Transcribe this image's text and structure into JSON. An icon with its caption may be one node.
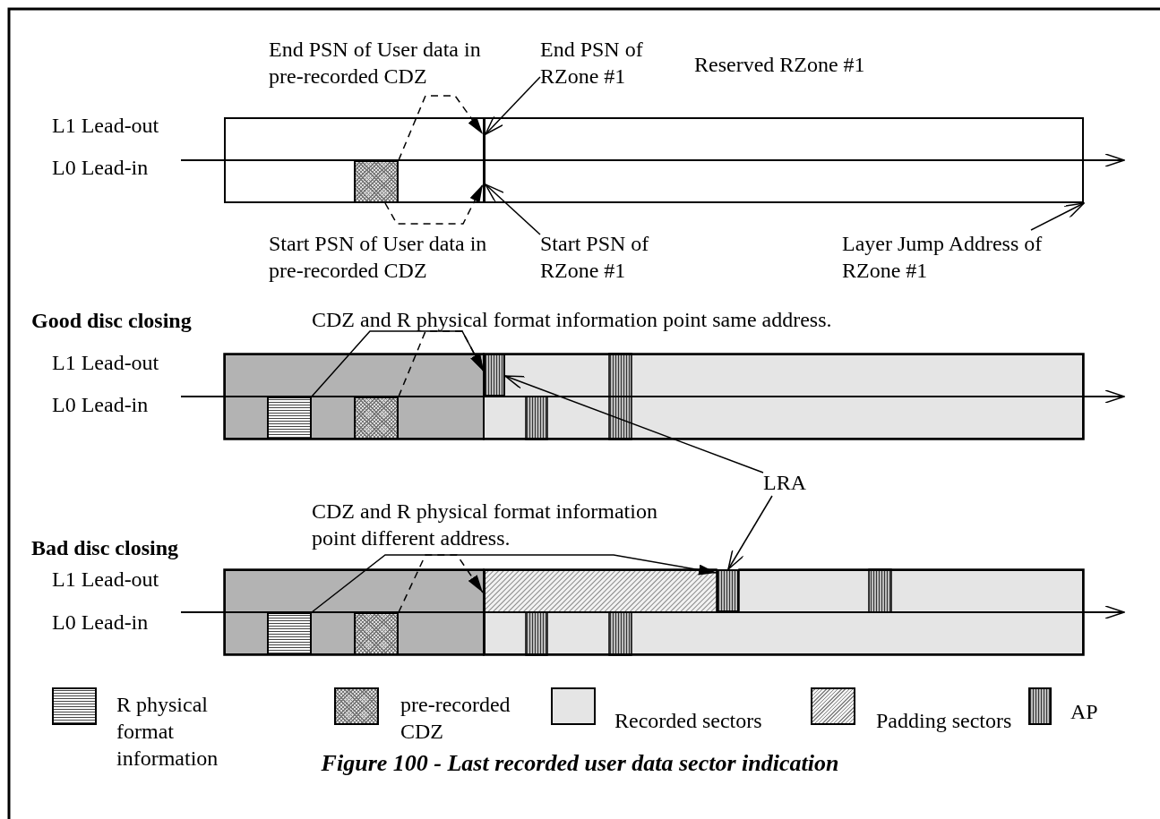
{
  "diagram": {
    "caption": "Figure 100 - Last recorded user data sector indication",
    "nodes": [
      {
        "text": [],
        "shape": "box"
      },
      {
        "text": [],
        "shape": "box",
        "in": 0
      },
      {
        "text": [],
        "shape": "bar",
        "in": 0
      },
      {
        "text": [
          "End PSN of RZone #1"
        ]
      },
      {
        "text": [
          "Start PSN of RZone #1"
        ]
      },
      {
        "text": [
          "Layer Jump Address of RZone #1"
        ]
      },
      {
        "text": [],
        "shape": "box"
      },
      {
        "text": [],
        "shape": "box",
        "in": 6
      },
      {
        "text": [],
        "shape": "box",
        "in": 6
      },
      {
        "text": [],
        "shape": "box",
        "in": 6
      },
      {
        "text": [
          "LRA"
        ]
      },
      {
        "text": [],
        "shape": "box"
      },
      {
        "text": [],
        "shape": "bar",
        "in": 11
      },
      {
        "text": [],
        "shape": "box",
        "in": 11
      },
      {
        "text": [],
        "shape": "box",
        "in": 11
      },
      {
        "text": [],
        "shape": "box",
        "in": 11
      }
    ],
    "edges": [
      {
        "from": 1,
        "to": 2,
        "arrow": "to",
        "style": "dashed"
      },
      {
        "from": 1,
        "to": 2,
        "arrow": "to",
        "style": "dashed"
      },
      {
        "from": 3,
        "to": 2,
        "arrow": "to"
      },
      {
        "from": 4,
        "to": 2,
        "arrow": "to"
      },
      {
        "from": 5,
        "to": 0,
        "arrow": "to"
      },
      {
        "from": 7,
        "to": 9,
        "arrow": "to"
      },
      {
        "from": 8,
        "to": 9,
        "arrow": "to",
        "style": "dashed"
      },
      {
        "from": 10,
        "to": 9,
        "arrow": "to"
      },
      {
        "from": 10,
        "to": 15,
        "arrow": "to"
      },
      {
        "from": 13,
        "to": 15,
        "arrow": "to"
      },
      {
        "from": 14,
        "to": 12,
        "arrow": "to",
        "style": "dashed"
      }
    ],
    "labels": [
      "End PSN of User data in pre-recorded CDZ",
      "Reserved RZone #1",
      "L1 Lead-out",
      "L0 Lead-in",
      "Start PSN of User data in pre-recorded CDZ",
      "Good disc closing",
      "CDZ and R physical format information point same address.",
      "L1 Lead-out",
      "L0 Lead-in",
      "CDZ and R physical format information point different address.",
      "Bad disc closing",
      "L1 Lead-out",
      "L0 Lead-in"
    ],
    "legend": [
      {
        "text": "R physical format information"
      },
      {
        "text": "pre-recorded CDZ"
      },
      {
        "text": "Recorded sectors",
        "color": "#e5e5e5"
      },
      {
        "text": "Padding sectors"
      },
      {
        "text": "AP"
      }
    ]
  }
}
